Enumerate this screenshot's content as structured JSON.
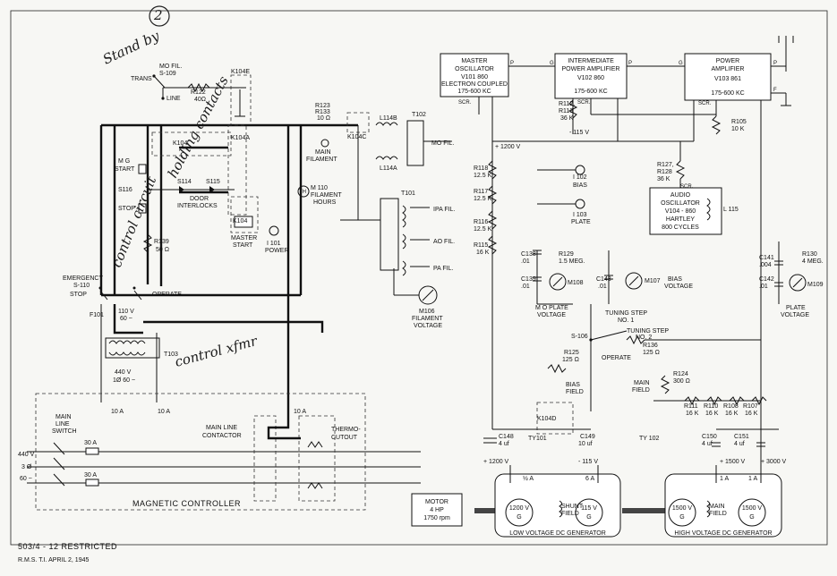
{
  "handwritten": {
    "standby": "Stand by",
    "standby_circled": "2",
    "holding_contacts": "holding contacts",
    "control_circuit": "control circuit",
    "control_xfmr": "control xfmr"
  },
  "blocks": {
    "master_osc": [
      "MASTER",
      "OSCILLATOR",
      "V101    860",
      "ELECTRON COUPLED",
      "175-600   KC"
    ],
    "ipa": [
      "INTERMEDIATE",
      "POWER AMPLIFIER",
      "V102    860",
      "175-600   KC"
    ],
    "pa": [
      "POWER",
      "AMPLIFIER",
      "V103    861",
      "175-600   KC"
    ],
    "audio_osc": [
      "AUDIO",
      "OSCILLATOR",
      "V104 - 860",
      "HARTLEY",
      "800 CYCLES"
    ],
    "motor": [
      "MOTOR",
      "4 HP",
      "1750 rpm"
    ],
    "low_gen": "LOW VOLTAGE  DC GENERATOR",
    "high_gen": "HIGH VOLTAGE  DC GENERATOR",
    "magnetic_controller": "MAGNETIC   CONTROLLER"
  },
  "labels": {
    "mo_fil": "MO FIL.",
    "s109": "S-109",
    "trans": "TRANS",
    "line": "LINE",
    "r122": "R122",
    "r122_v": "40Ω",
    "k104e": "K104E",
    "k104a": "K104A",
    "k104c": "K104C",
    "k104": "K104",
    "k104d": "K104D",
    "r123": "R123",
    "r133": "R133",
    "r123_v": "10 Ω",
    "main_filament": "MAIN",
    "main_filament2": "FILAMENT",
    "l114b": "L114B",
    "l114a": "L114A",
    "t102": "T102",
    "t101": "T101",
    "t103": "T103",
    "mo_fil2": "MO FIL.",
    "ipa_fil": "IPA FIL.",
    "ao_fil": "AO FIL.",
    "pa_fil": "PA FIL.",
    "m106": "M106",
    "m106_a": "FILAMENT",
    "m106_b": "VOLTAGE",
    "m110": "M 110",
    "m110_a": "FILAMENT",
    "m110_b": "HOURS",
    "th": "TH",
    "mg_start": "M G",
    "mg_start2": "START",
    "s116": "S116",
    "stop": "STOP",
    "s114": "S114",
    "s115": "S115",
    "door": "DOOR",
    "interlocks": "INTERLOCKS",
    "master_start": "MASTER",
    "master_start2": "START",
    "i101": "I 101",
    "i101b": "POWER",
    "r139": "R139",
    "r139v": "50 Ω",
    "emergency": "EMERGENCY",
    "s110": "S-110",
    "stop2": "STOP",
    "operate": "OPERATE",
    "f101": "F101",
    "v110": "110  V",
    "hz60": "60 ~",
    "v440": "440  V",
    "ph1": "1Ø  60 ~",
    "ten_a1": "10 A",
    "ten_a2": "10 A",
    "ten_a3": "10 A",
    "main_line_switch": "MAIN",
    "main_line_switch2": "LINE",
    "main_line_switch3": "SWITCH",
    "thirty_a1": "30 A",
    "thirty_a2": "30 A",
    "v440b": "440 V",
    "ph3": "3 Ø",
    "hz60b": "60 ~",
    "contactor": "MAIN LINE",
    "contactor2": "CONTACTOR",
    "thermo": "THERMO-",
    "thermo2": "CUTOUT",
    "plus1200": "+ 1200 V",
    "minus115": "- 115 V",
    "plus1200b": "+ 1200 V",
    "minus115b": "- 115 V",
    "plus1500": "+ 1500 V",
    "plus3000": "+ 3000 V",
    "r118": "R118",
    "r118v": "12.5 K",
    "r117": "R117",
    "r117v": "12.5 K",
    "r116": "R116",
    "r116v": "12.5 K",
    "r115": "R115",
    "r115v": "16 K",
    "r112": "R112,",
    "r113": "R113",
    "r113v": "36 K",
    "r105": "R105",
    "r105v": "10 K",
    "r127": "R127,",
    "r128": "R128",
    "r128v": "36 K",
    "scr": "SCR.",
    "i102": "I 102",
    "i102b": "BIAS",
    "i103": "I 103",
    "i103b": "PLATE",
    "l115": "L 115",
    "c138": "C138",
    "c138v": ".01",
    "r129": "R129",
    "r129v": "1.5 MEG.",
    "c139": "C139",
    "c139v": ".01",
    "m108": "M108",
    "mo_plate": "M O PLATE",
    "mo_plate2": "VOLTAGE",
    "c143": "C143",
    "c143v": ".01",
    "m107": "M107",
    "bias_voltage": "BIAS",
    "bias_voltage2": "VOLTAGE",
    "c141": "C141",
    "c141v": ".004",
    "r130": "R130",
    "r130v": "4 MEG.",
    "c142": "C142",
    "c142v": ".01",
    "m109": "M109",
    "plate_voltage": "PLATE",
    "plate_voltage2": "VOLTAGE",
    "tuning1": "TUNING STEP",
    "tuning1b": "NO. 1",
    "tuning2": "TUNING STEP",
    "tuning2b": "NO. 2",
    "s106": "S-106",
    "operate2": "OPERATE",
    "r136": "R136",
    "r136v": "125 Ω",
    "r125": "R125",
    "r125v": "125 Ω",
    "bias_field": "BIAS",
    "bias_field2": "FIELD",
    "r124": "R124",
    "r124v": "300 Ω",
    "main_field": "MAIN",
    "main_field2": "FIELD",
    "r111": "R111",
    "r111v": "16 K",
    "r110": "R110",
    "r110v": "16 K",
    "r108": "R108",
    "r108v": "16 K",
    "r107": "R107",
    "r107v": "16 K",
    "c148": "C148",
    "c148v": "4 uf",
    "ty101": "TY101",
    "c149": "C149",
    "c149v": "10 uf",
    "ty102": "TY 102",
    "c150": "C150",
    "c150v": "4 uf",
    "c151": "C151",
    "c151v": "4 uf",
    "half_a": "½ A",
    "six_a": "6 A",
    "one_a1": "1 A",
    "one_a2": "1 A",
    "shunt_field": "SHUNT",
    "shunt_field2": "FIELD",
    "main_field3": "MAIN",
    "main_field4": "FIELD",
    "g1200": "1200 V",
    "g115": "115 V",
    "g1500a": "1500 V",
    "g1500b": "1500 V",
    "gen_g": "G",
    "p": "P",
    "g": "G",
    "f": "F"
  },
  "footer": {
    "line1": "503/4  -  12    RESTRICTED",
    "line2": "R.M.S.     T.I.     APRIL 2, 1945"
  }
}
